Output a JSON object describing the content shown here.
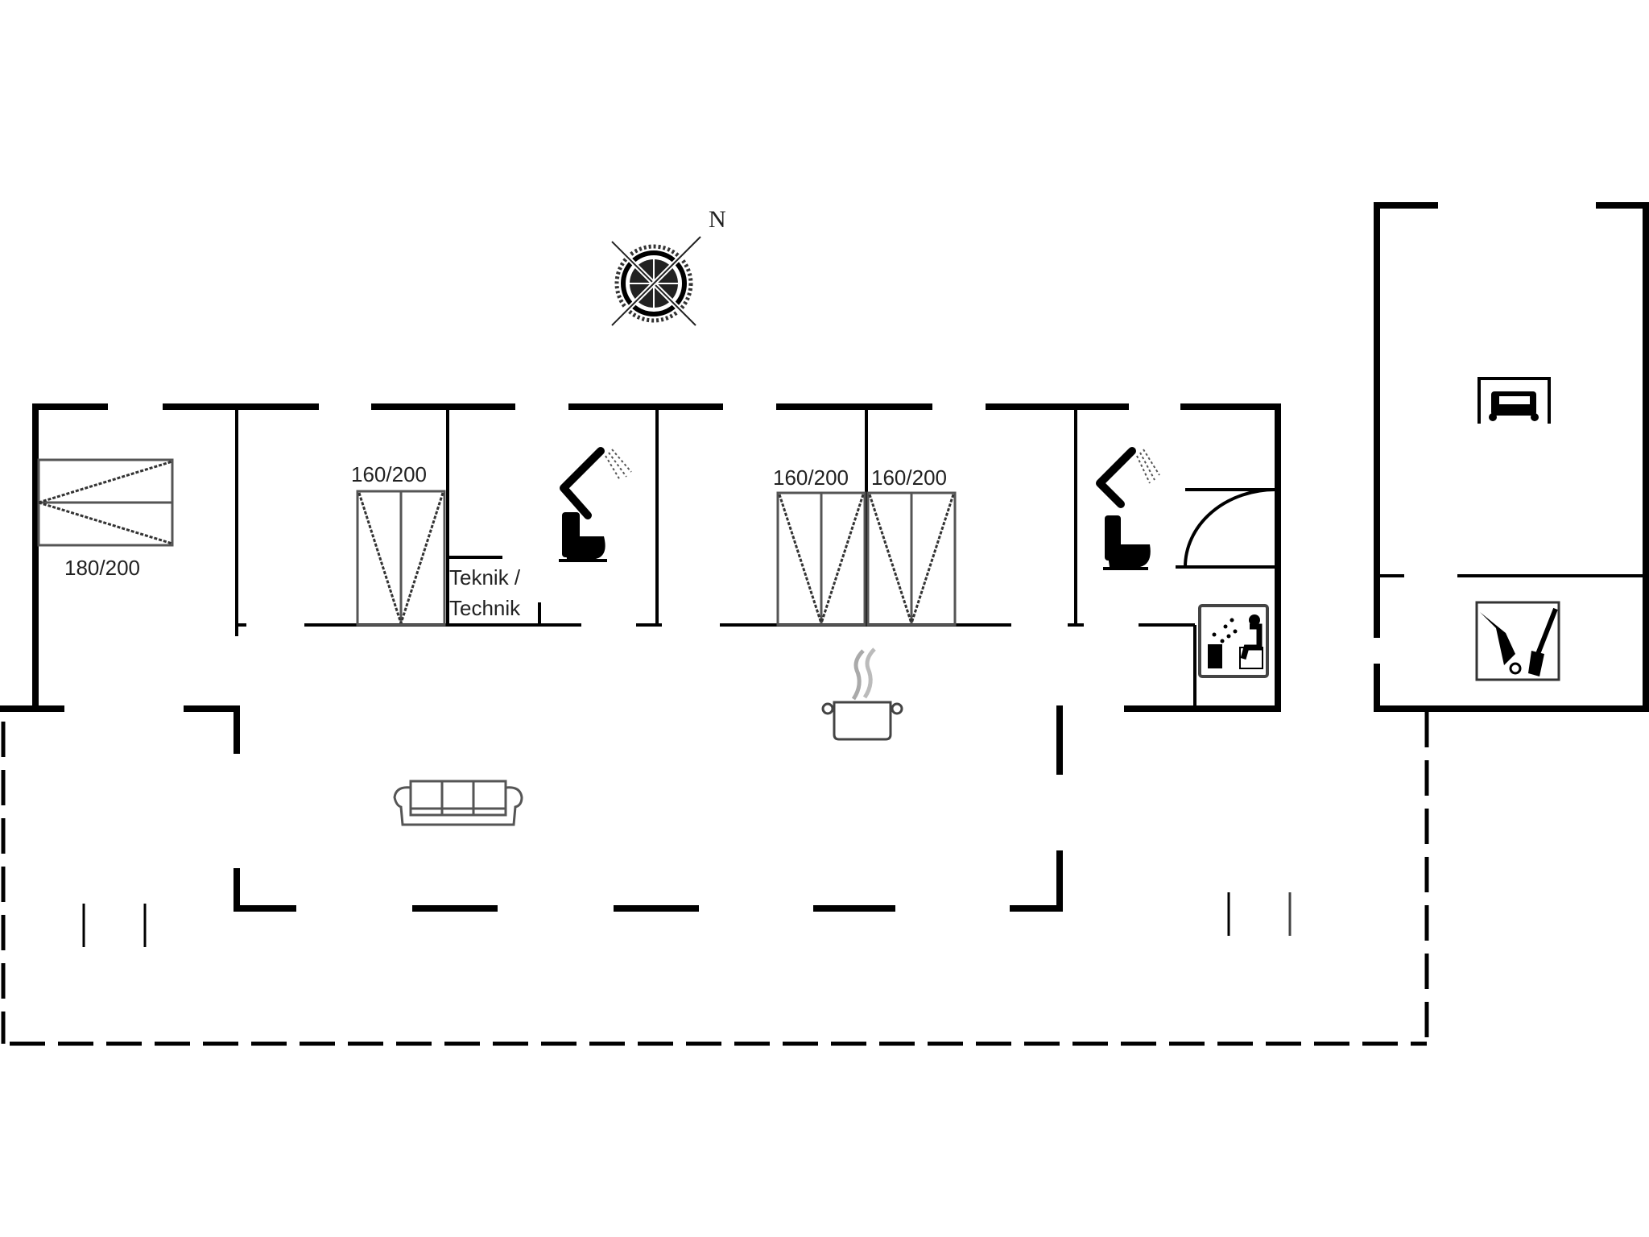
{
  "compass": {
    "north_label": "N"
  },
  "bedrooms": [
    {
      "bed_size": "180/200"
    },
    {
      "bed_size": "160/200"
    },
    {
      "bed_size": "160/200"
    },
    {
      "bed_size": "160/200"
    }
  ],
  "utility_room": {
    "label_line1": "Teknik /",
    "label_line2": "Technik"
  },
  "icons": [
    "compass-icon",
    "bed-icon",
    "shower-icon",
    "toilet-icon",
    "sauna-icon",
    "sofa-icon",
    "cooking-pot-icon",
    "car-icon",
    "vacuum-broom-icon"
  ],
  "colors": {
    "wall": "#000000",
    "furniture": "#555555",
    "background": "#ffffff"
  }
}
